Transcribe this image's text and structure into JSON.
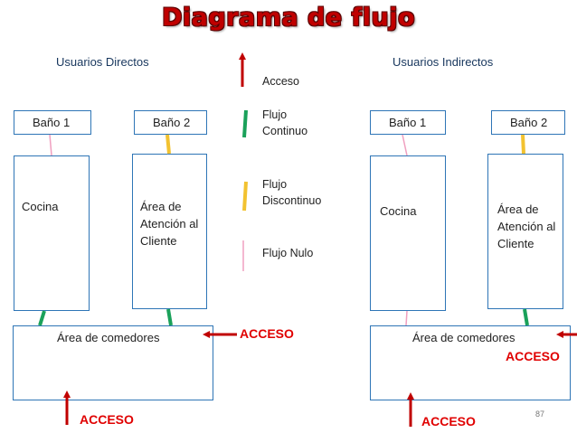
{
  "title": "Diagrama de flujo",
  "left_panel": {
    "heading": "Usuarios Directos",
    "bano1": "Baño 1",
    "bano2": "Baño 2",
    "cocina": "Cocina",
    "atencion": [
      "Área de",
      "Atención al",
      "Cliente"
    ],
    "comedores": "Área de comedores",
    "acceso_right": "ACCESO",
    "acceso_bottom": "ACCESO"
  },
  "right_panel": {
    "heading": "Usuarios Indirectos",
    "bano1": "Baño 1",
    "bano2": "Baño 2",
    "cocina": "Cocina",
    "atencion": [
      "Área de",
      "Atención al",
      "Cliente"
    ],
    "comedores": "Área de comedores",
    "acceso_right": "ACCESO",
    "acceso_bottom": "ACCESO"
  },
  "legend": {
    "acceso": "Acceso",
    "flujo_continuo": [
      "Flujo",
      "Continuo"
    ],
    "flujo_discontinuo": [
      "Flujo",
      "Discontinuo"
    ],
    "flujo_nulo": "Flujo Nulo"
  },
  "page_number": "87",
  "colors": {
    "title": "#c00000",
    "box_border": "#2e75b6",
    "acceso_arrow": "#c00000",
    "acceso_text": "#e00000",
    "flujo_continuo": "#1aa15a",
    "flujo_discontinuo": "#f2c230",
    "flujo_nulo": "#f0a0c0"
  }
}
